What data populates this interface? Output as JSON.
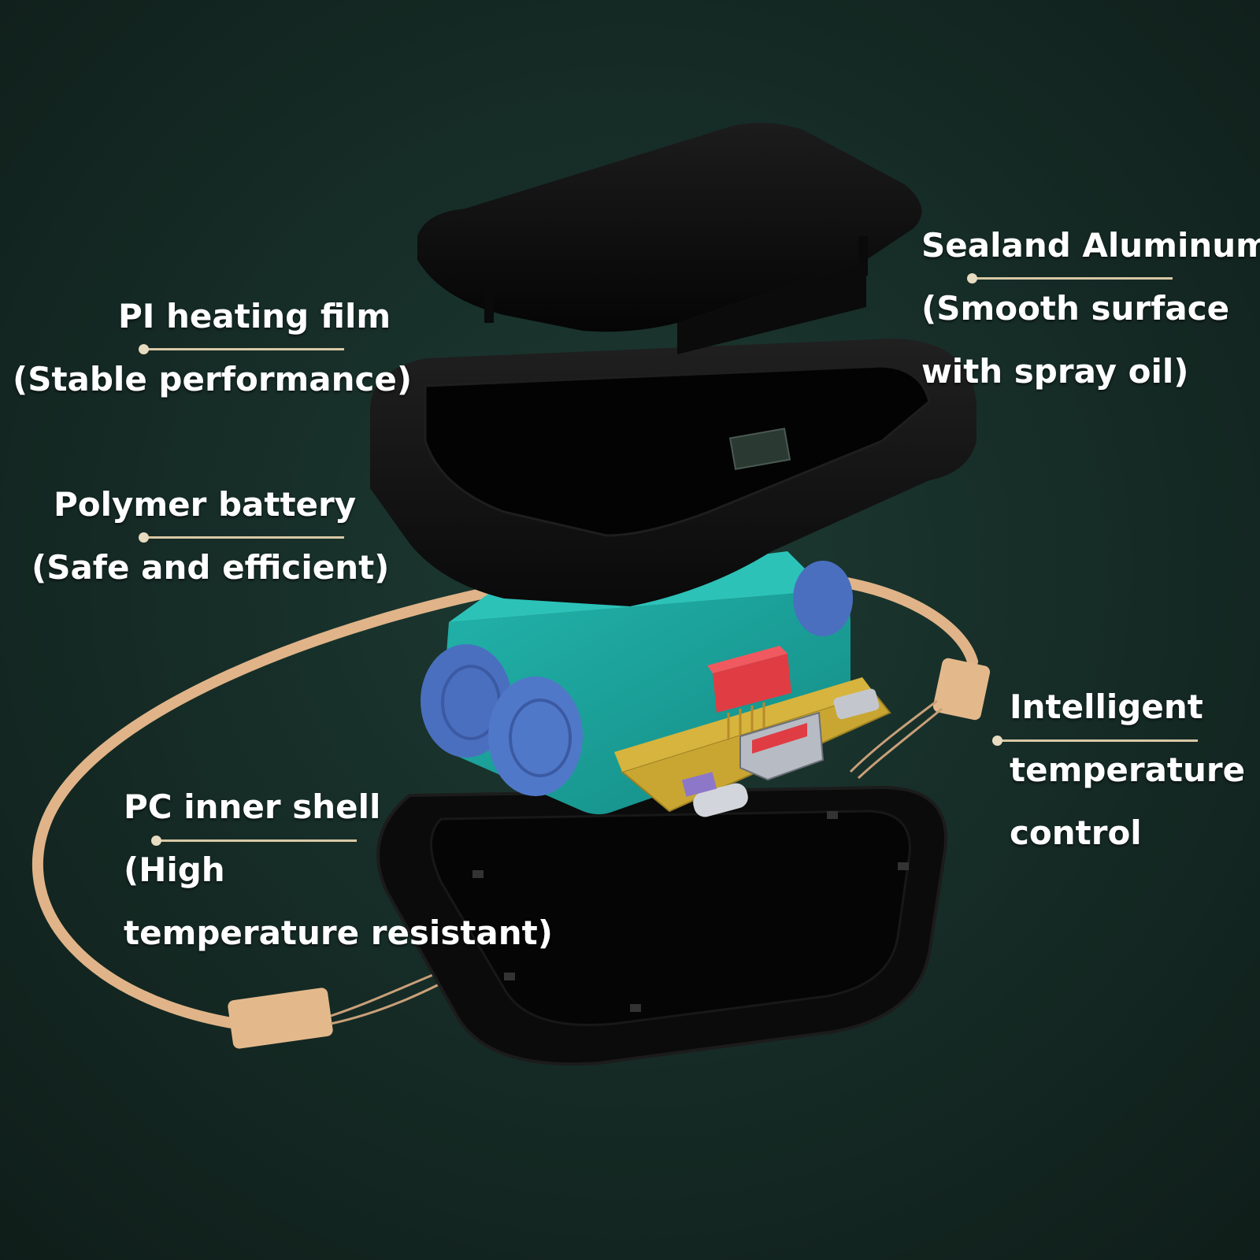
{
  "colors": {
    "background": "#14241f",
    "label_text": "#ffffff",
    "leader_line": "#d8c9a6",
    "battery": "#1aa39c",
    "battery_caps": "#4f74c4",
    "strap": "#e0b488",
    "circuit_board": "#c9a632",
    "display_chip": "#e03c43",
    "shell": "#0d0d0d"
  },
  "labels": {
    "sealand": {
      "lines": [
        "Sealand Aluminum",
        "(Smooth surface",
        "with spray oil)"
      ]
    },
    "pi_film": {
      "lines": [
        "PI heating film",
        "(Stable performance)"
      ]
    },
    "battery": {
      "lines": [
        "Polymer battery",
        "(Safe and efficient)"
      ]
    },
    "control": {
      "lines": [
        "Intelligent",
        "temperature",
        "control"
      ]
    },
    "pc_shell": {
      "lines": [
        "PC inner shell",
        "(High",
        "temperature resistant)"
      ]
    }
  }
}
